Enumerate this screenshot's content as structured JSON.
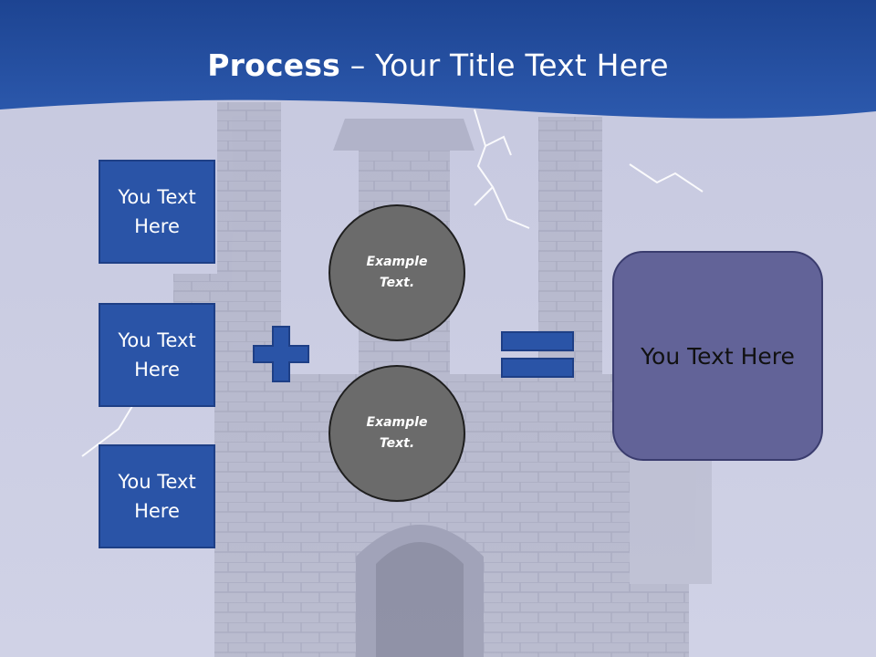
{
  "slide": {
    "title_bold": "Process",
    "title_rest": " – Your Title Text Here"
  },
  "left_boxes": [
    {
      "text": "You Text Here"
    },
    {
      "text": "You Text Here"
    },
    {
      "text": "You Text Here"
    }
  ],
  "circles": [
    {
      "text": "Example Text."
    },
    {
      "text": "Example Text."
    }
  ],
  "result_box": {
    "text": "You Text Here"
  },
  "operators": {
    "plus": "plus-icon",
    "equals": "equals-icon"
  },
  "colors": {
    "banner": "#2853a6",
    "box_fill": "#2a54a7",
    "circle_fill": "#6b6b6b",
    "result_fill": "#626398",
    "operator_fill": "#2a54a7"
  }
}
